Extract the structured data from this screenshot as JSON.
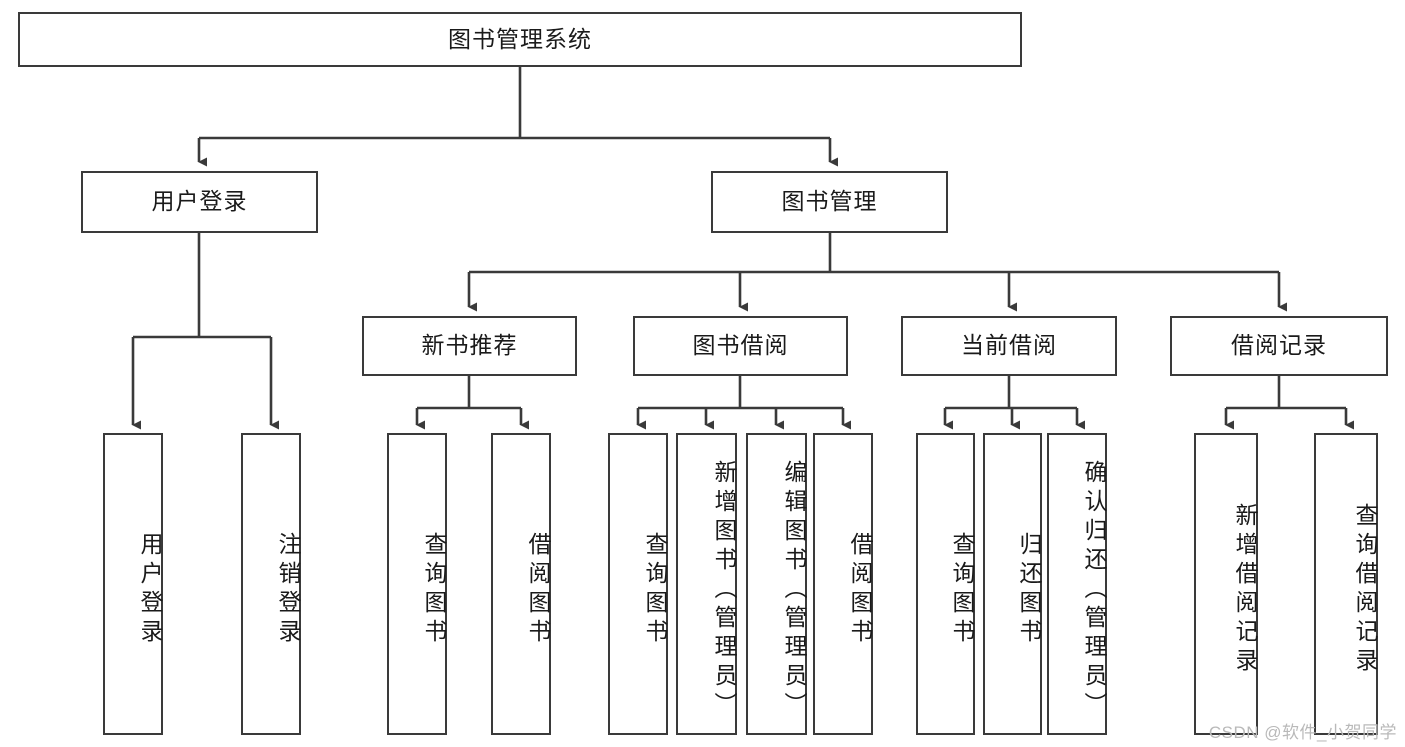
{
  "diagram": {
    "title": "图书管理系统",
    "type": "tree-hierarchy-diagram",
    "root": {
      "label": "图书管理系统"
    },
    "level2": [
      {
        "id": "user-login",
        "label": "用户登录"
      },
      {
        "id": "book-management",
        "label": "图书管理"
      }
    ],
    "level3": [
      {
        "id": "new-book-recommend",
        "label": "新书推荐"
      },
      {
        "id": "book-borrow",
        "label": "图书借阅"
      },
      {
        "id": "current-borrow",
        "label": "当前借阅"
      },
      {
        "id": "borrow-record",
        "label": "借阅记录"
      }
    ],
    "leaves": [
      {
        "id": "leaf-user-login",
        "label": "用户登录"
      },
      {
        "id": "leaf-logout-login",
        "label": "注销登录"
      },
      {
        "id": "leaf-query-book-1",
        "label": "查询图书"
      },
      {
        "id": "leaf-borrow-book-1",
        "label": "借阅图书"
      },
      {
        "id": "leaf-query-book-2",
        "label": "查询图书"
      },
      {
        "id": "leaf-add-book",
        "label": "新增图书（管理员）"
      },
      {
        "id": "leaf-edit-book",
        "label": "编辑图书（管理员）"
      },
      {
        "id": "leaf-borrow-book-2",
        "label": "借阅图书"
      },
      {
        "id": "leaf-query-book-3",
        "label": "查询图书"
      },
      {
        "id": "leaf-return-book",
        "label": "归还图书"
      },
      {
        "id": "leaf-confirm-return",
        "label": "确认归还（管理员）"
      },
      {
        "id": "leaf-add-borrow-record",
        "label": "新增借阅记录"
      },
      {
        "id": "leaf-query-borrow-record",
        "label": "查询借阅记录"
      }
    ],
    "colors": {
      "stroke": "#3a3a3a",
      "fill": "#ffffff",
      "text": "#1a1a1a",
      "watermark": "#b9b9b9"
    }
  },
  "watermark": {
    "text": "CSDN @软件_小贺同学"
  }
}
